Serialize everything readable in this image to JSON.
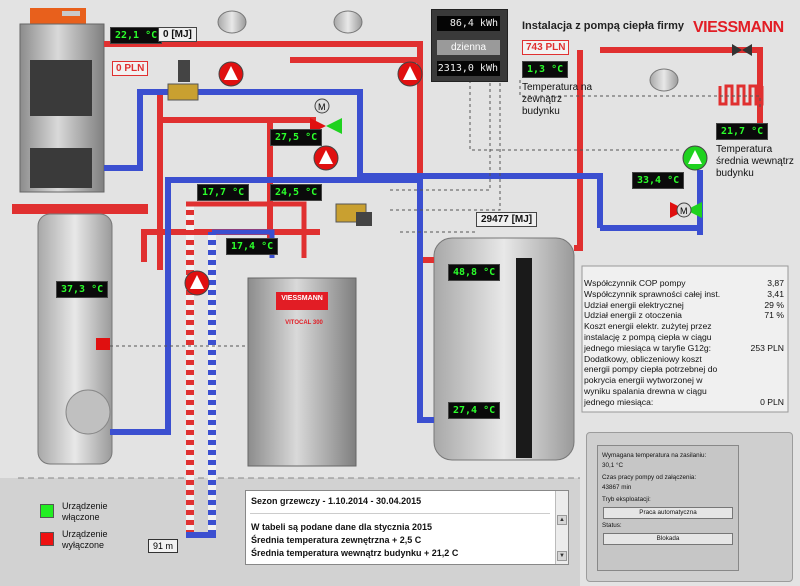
{
  "header": {
    "title": "Instalacja z pompą ciepła firmy",
    "brand": "VIESSMANN"
  },
  "energy_meter": {
    "value_top": "86,4 kWh",
    "mode": "dzienna",
    "value_bottom": "2313,0 kWh"
  },
  "readouts": {
    "boiler_temp": "22,1 °C",
    "boiler_cost": "0 PLN",
    "boiler_energy": "0 [MJ]",
    "heat_pump_cost": "743 PLN",
    "outside_temp": "1,3 °C",
    "outside_temp_label": "Temperatura na zewnątrz budynku",
    "mixer_temp": "27,5 °C",
    "inside_temp": "21,7 °C",
    "inside_temp_label": "Temperatura średnia wewnątrz budynku",
    "supply_temp": "33,4 °C",
    "loop_temp_a": "17,7 °C",
    "loop_temp_b": "24,5 °C",
    "loop_temp_c": "17,4 °C",
    "total_energy": "29477 [MJ]",
    "left_tank_temp": "37,3 °C",
    "buffer_top_temp": "48,8 °C",
    "buffer_bottom_temp": "27,4 °C",
    "ground_loop_length": "91 m"
  },
  "pump_device": {
    "brand": "VIESSMANN",
    "model": "VITOCAL 300"
  },
  "info": [
    {
      "label": "Współczynnik COP pompy",
      "value": "3,87"
    },
    {
      "label": "Współczynnik sprawności całej inst.",
      "value": "3,41"
    },
    {
      "label": "Udział energii elektrycznej",
      "value": "29 %"
    },
    {
      "label": "Udział energii z otoczenia",
      "value": "71 %"
    },
    {
      "label": "Koszt energii elektr. zużytej przez",
      "value": ""
    },
    {
      "label": "instalację z pompą ciepła w ciągu",
      "value": ""
    },
    {
      "label": "jednego miesiąca w taryfie G12g:",
      "value": "253 PLN"
    },
    {
      "label": "Dodatkowy, obliczeniowy koszt",
      "value": ""
    },
    {
      "label": "energii pompy ciepła potrzebnej do",
      "value": ""
    },
    {
      "label": "pokrycia energii wytworzonej w",
      "value": ""
    },
    {
      "label": "wyniku spalania drewna w ciągu",
      "value": ""
    },
    {
      "label": "jednego miesiąca:",
      "value": "0 PLN"
    }
  ],
  "legend": {
    "on_label": "Urządzenie włączone",
    "off_label": "Urządzenie wyłączone",
    "on_color": "#22ee22",
    "off_color": "#ee1111"
  },
  "season": {
    "line1": "Sezon grzewczy - 1.10.2014 - 30.04.2015",
    "line2": "W tabeli są podane dane dla stycznia 2015",
    "line3": "Średnia temperatura zewnętrzna + 2,5 C",
    "line4": "Średnia temperatura wewnątrz budynku + 21,2 C"
  },
  "controller": {
    "line1": "Wymagana temperatura na zasilaniu:",
    "line2": "30,1 °C",
    "line3": "Czas pracy pompy od załączenia:",
    "line4": "43867 min",
    "line5": "Tryb eksploatacji:",
    "mode_value": "Praca automatyczna",
    "line6": "Status:",
    "status_value": "Blokada"
  },
  "colors": {
    "hot": "#e03030",
    "cold": "#3b4fd0",
    "pump_on": "#1fd21f",
    "pump_off": "#e01010",
    "brand_red": "#e21d25"
  },
  "icons": [
    "pump-icon",
    "valve-icon",
    "motor-icon",
    "expansion-vessel-icon",
    "radiator-coil-icon",
    "knob-icon"
  ]
}
